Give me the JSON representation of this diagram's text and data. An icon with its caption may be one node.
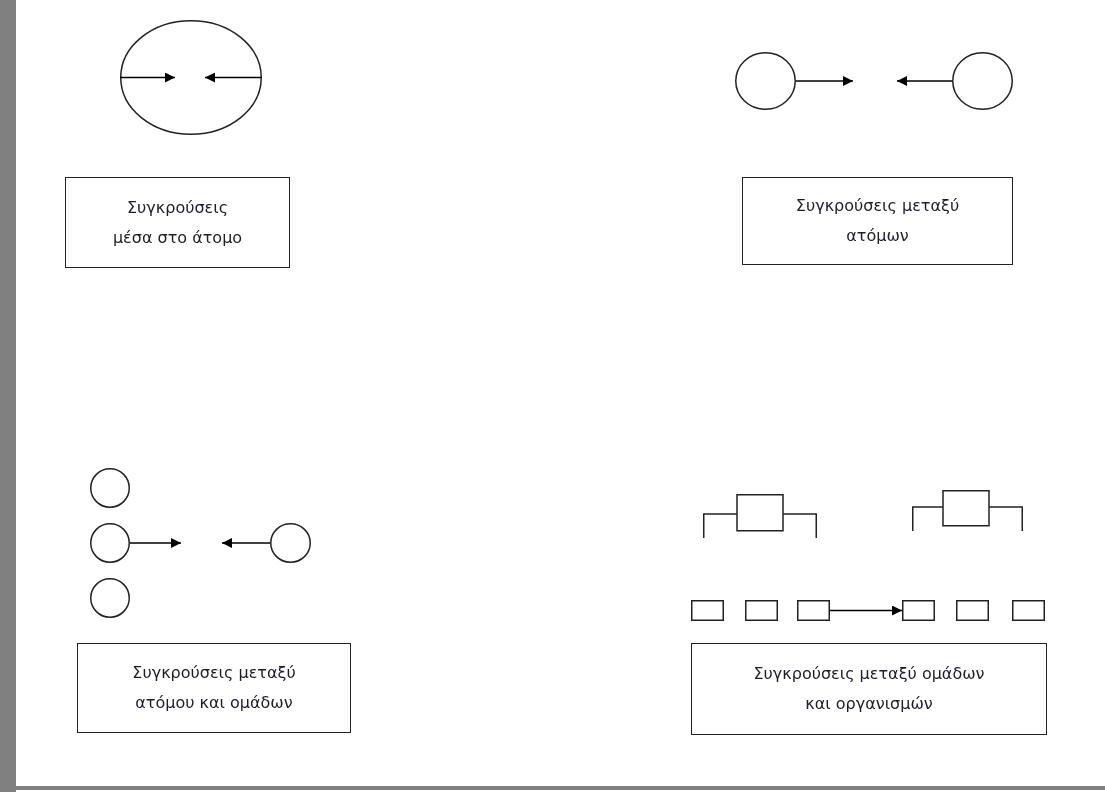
{
  "diagram": {
    "nodes": [
      {
        "text": [],
        "shape": "circle"
      },
      {
        "text": [],
        "shape": "circle"
      },
      {
        "text": [],
        "shape": "circle"
      },
      {
        "text": [
          "Συγκρούσεις μέσα στο άτομο"
        ]
      },
      {
        "text": [
          "Συγκρούσεις μεταξύ ατόμων"
        ]
      },
      {
        "text": [],
        "shape": "circle"
      },
      {
        "text": [],
        "shape": "circle"
      },
      {
        "text": [],
        "shape": "circle"
      },
      {
        "text": [],
        "shape": "circle"
      },
      {
        "text": [],
        "shape": "box"
      },
      {
        "text": [],
        "shape": "box"
      },
      {
        "text": [],
        "shape": "box"
      },
      {
        "text": [],
        "shape": "box"
      },
      {
        "text": [],
        "shape": "box"
      },
      {
        "text": [],
        "shape": "box"
      },
      {
        "text": [],
        "shape": "box"
      },
      {
        "text": [],
        "shape": "box"
      },
      {
        "text": [
          "Συγκρούσεις μεταξύ ατόμου και ομάδων"
        ]
      },
      {
        "text": [
          "Συγκρούσεις μεταξύ ομάδων και οργανισμών"
        ]
      }
    ],
    "edges": [
      {
        "from": null,
        "to": 0,
        "arrow": "to"
      },
      {
        "from": null,
        "to": 0,
        "arrow": "to"
      },
      {
        "from": 1,
        "to": null,
        "arrow": "to"
      },
      {
        "from": 2,
        "to": null,
        "arrow": "to"
      },
      {
        "from": 6,
        "to": null,
        "arrow": "to"
      },
      {
        "from": 8,
        "to": null,
        "arrow": "to"
      },
      {
        "from": 13,
        "to": 14,
        "arrow": "to"
      }
    ]
  }
}
